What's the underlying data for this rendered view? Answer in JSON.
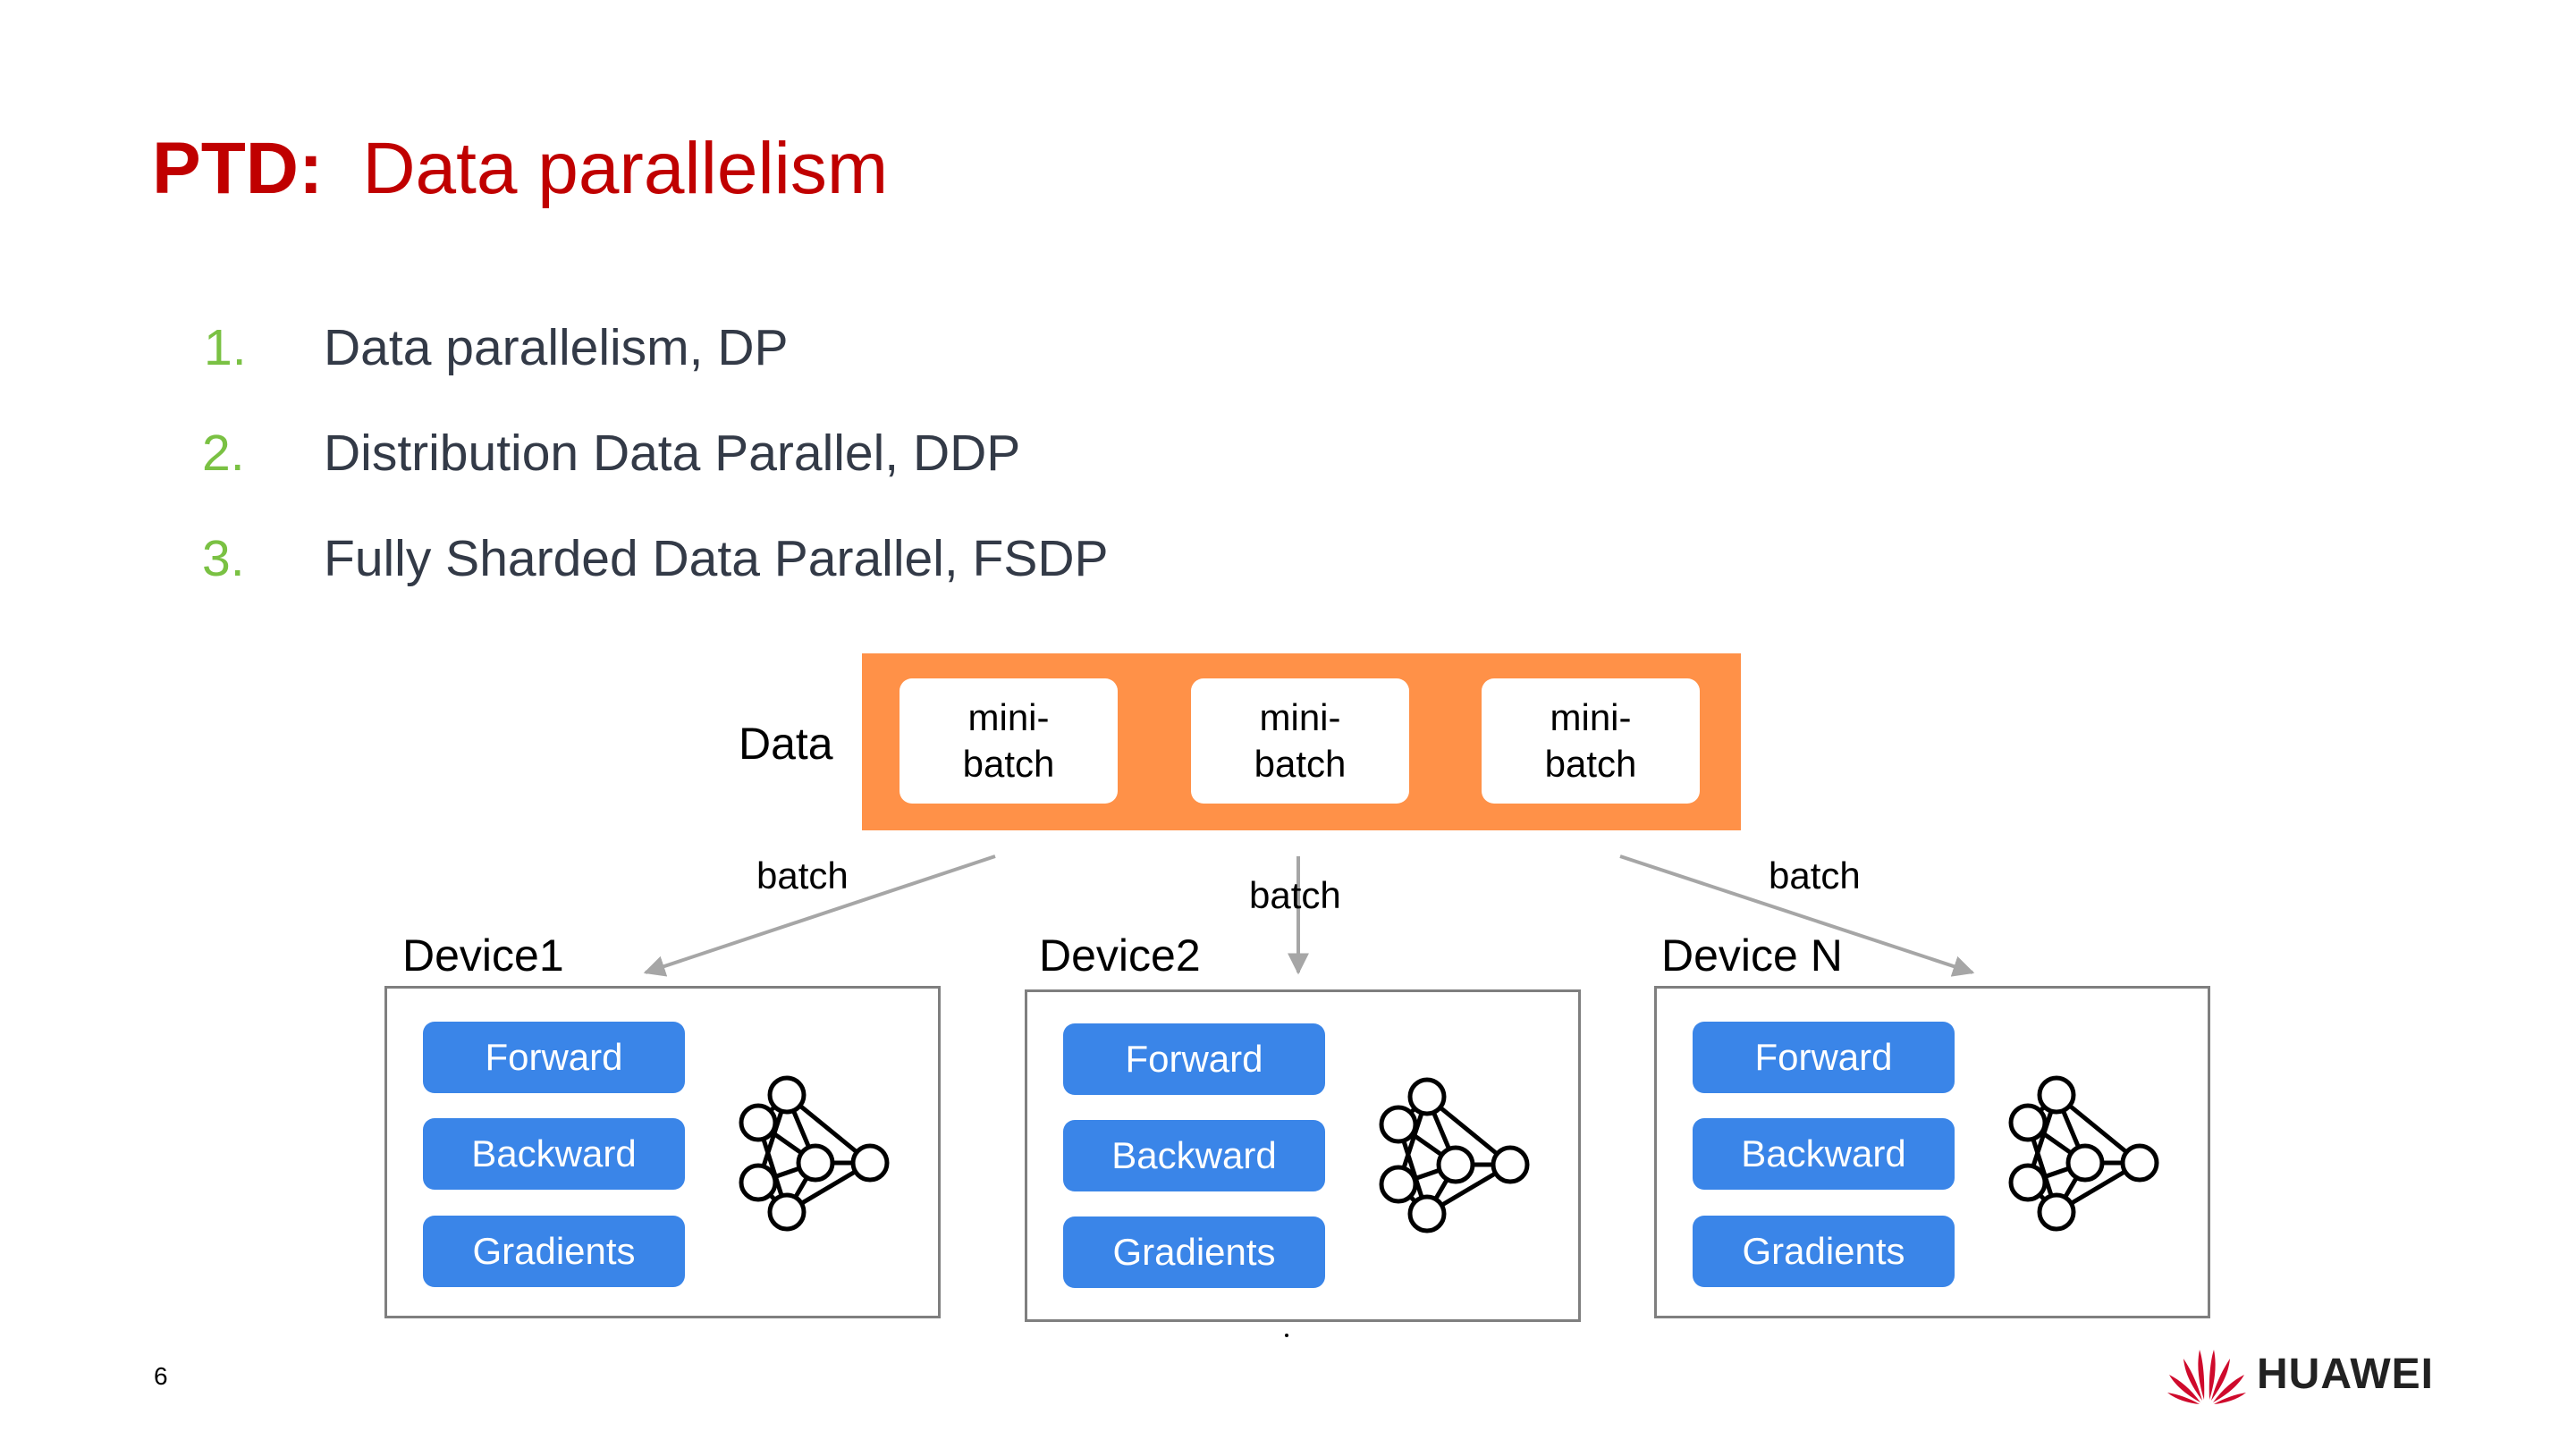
{
  "title": {
    "prefix": "PTD",
    "colon": ":",
    "text": "Data parallelism"
  },
  "list": [
    {
      "num": "1.",
      "text": "Data parallelism, DP"
    },
    {
      "num": "2.",
      "text": "Distribution Data Parallel, DDP"
    },
    {
      "num": "3.",
      "text": "Fully Sharded Data Parallel, FSDP"
    }
  ],
  "diagram": {
    "data_label": "Data",
    "minibatches": [
      {
        "line1": "mini-",
        "line2": "batch"
      },
      {
        "line1": "mini-",
        "line2": "batch"
      },
      {
        "line1": "mini-",
        "line2": "batch"
      }
    ],
    "arrow_labels": [
      "batch",
      "batch",
      "batch"
    ],
    "devices": [
      {
        "name": "Device1",
        "steps": [
          "Forward",
          "Backward",
          "Gradients"
        ],
        "icon": "neural-network-icon"
      },
      {
        "name": "Device2",
        "steps": [
          "Forward",
          "Backward",
          "Gradients"
        ],
        "icon": "neural-network-icon"
      },
      {
        "name": "Device N",
        "steps": [
          "Forward",
          "Backward",
          "Gradients"
        ],
        "icon": "neural-network-icon"
      }
    ]
  },
  "footer": {
    "page_number": "6",
    "logo_text": "HUAWEI",
    "logo_icon": "huawei-petal-icon"
  },
  "colors": {
    "title": "#c00000",
    "list_number": "#7ac143",
    "list_text": "#333a47",
    "data_bar": "#ff9148",
    "pill": "#3a85e8",
    "box_border": "#7f7f7f",
    "arrow": "#a6a6a6",
    "logo_red": "#cf0a2c"
  }
}
